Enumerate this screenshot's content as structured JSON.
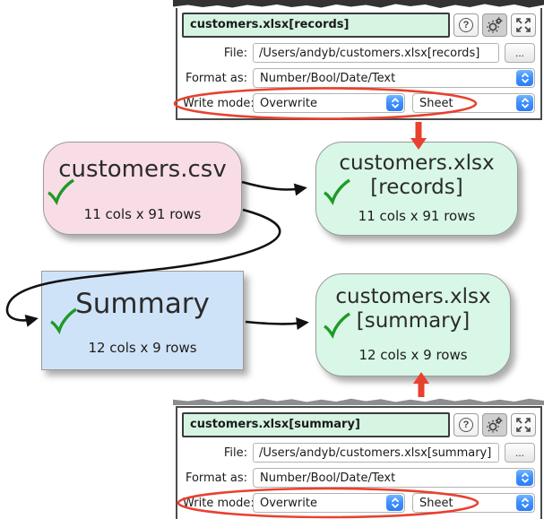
{
  "colors": {
    "node_pink": "#f9dde6",
    "node_green": "#d9f7e6",
    "node_blue": "#cfe3f8",
    "panel_title_bg": "#d5f4e1",
    "annotation_red": "#e8412f",
    "checkmark_green": "#1f9a28",
    "stepper_blue": "#2e7df7"
  },
  "icons": {
    "help_glyph": "?",
    "browse_glyph": "...",
    "settings_icon": "gear",
    "expand_icon": "expand-arrows",
    "dropdown_icon": "up-down-chevrons",
    "success_icon": "green-checkmark"
  },
  "top_panel": {
    "title": "customers.xlsx[records]",
    "file_label": "File:",
    "file_value": "/Users/andyb/customers.xlsx[records]",
    "format_label": "Format as:",
    "format_value": "Number/Bool/Date/Text",
    "write_mode_label": "Write mode:",
    "write_mode_value": "Overwrite",
    "write_target_value": "Sheet"
  },
  "bottom_panel": {
    "title": "customers.xlsx[summary]",
    "file_label": "File:",
    "file_value": "/Users/andyb/customers.xlsx[summary]",
    "format_label": "Format as:",
    "format_value": "Number/Bool/Date/Text",
    "write_mode_label": "Write mode:",
    "write_mode_value": "Overwrite",
    "write_target_value": "Sheet"
  },
  "nodes": {
    "csv": {
      "title": "customers.csv",
      "stats": "11 cols x 91 rows"
    },
    "xlsx_records": {
      "title_line1": "customers.xlsx",
      "title_line2": "[records]",
      "stats": "11 cols x 91 rows"
    },
    "summary": {
      "title": "Summary",
      "stats": "12 cols x 9 rows"
    },
    "xlsx_summary": {
      "title_line1": "customers.xlsx",
      "title_line2": "[summary]",
      "stats": "12 cols x 9 rows"
    }
  }
}
